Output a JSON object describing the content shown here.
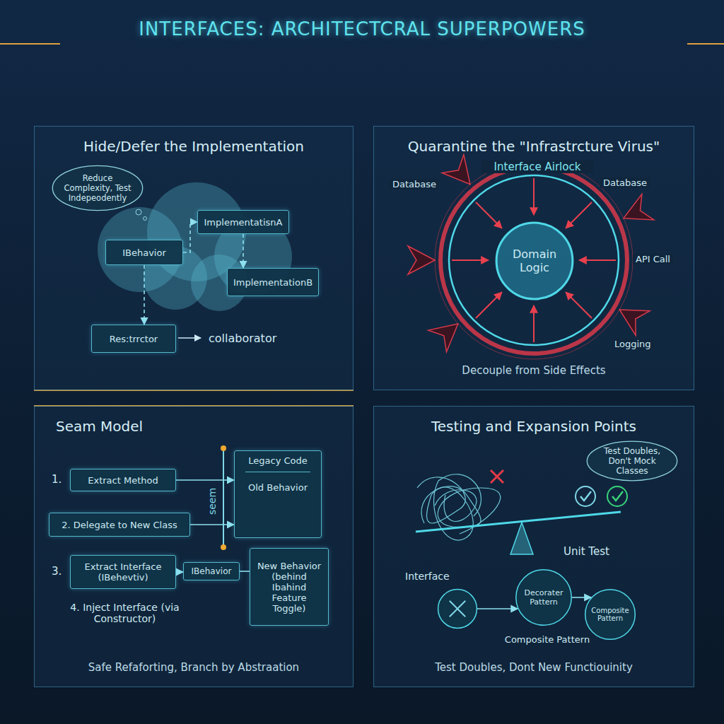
{
  "diagram": {
    "title": "INTERFACES: ARCHITECTCRAL SUPERPOWERS",
    "nodes": [
      {
        "text": [
          "Hide/Defer the Implementation"
        ]
      },
      {
        "text": [
          "Reduce Complexity, Test Indepeodently"
        ],
        "in": 0
      },
      {
        "text": [
          "IBehavior"
        ],
        "in": 0
      },
      {
        "text": [
          "ImplementatisnA"
        ],
        "in": 0
      },
      {
        "text": [
          "ImplementationB"
        ],
        "in": 0
      },
      {
        "text": [
          "Res:trrctor"
        ],
        "in": 0
      },
      {
        "text": [
          "Quarantine the \"Infrastrcture Virus\"",
          "Decouple from Side Effects"
        ]
      },
      {
        "text": [
          "Domain Logic"
        ],
        "in": 6
      },
      {
        "text": [
          "Seam Model",
          "Safe Refaforting, Branch by Abstraation"
        ]
      },
      {
        "text": [
          "Extract Method"
        ],
        "in": 8
      },
      {
        "text": [
          "2. Delegate to New Class"
        ],
        "in": 8
      },
      {
        "text": [
          "Extract Interface (IBehevtiv)"
        ],
        "in": 8
      },
      {
        "text": [
          "Legacy Code",
          "Old Behavior"
        ],
        "in": 8
      },
      {
        "text": [
          "IBehavior"
        ],
        "in": 8
      },
      {
        "text": [
          "New Behavior (behind Ibahind Feature Toggle)"
        ],
        "in": 8
      },
      {
        "text": [
          "Testing and Expansion Points",
          "Test Doubles, Dont New Functiouinity"
        ]
      },
      {
        "text": [
          "Test Doubles, Don't Mock Classes"
        ],
        "in": 15
      },
      {
        "text": [
          "Interface"
        ],
        "in": 15
      },
      {
        "text": [
          "Decorater Pattern"
        ],
        "in": 15
      },
      {
        "text": [
          "Composite Pattern"
        ],
        "in": 15
      }
    ],
    "edges": [
      {
        "from": 2,
        "to": 3,
        "arrow": "to"
      },
      {
        "from": 3,
        "to": 4,
        "arrow": "to"
      },
      {
        "from": 2,
        "to": 5,
        "arrow": "to"
      },
      {
        "from": 9,
        "to": 12,
        "arrow": "to"
      },
      {
        "from": 10,
        "to": 12,
        "arrow": "to"
      },
      {
        "from": 11,
        "to": 13,
        "arrow": "to"
      },
      {
        "from": 13,
        "to": 14,
        "arrow": "none"
      },
      {
        "from": 17,
        "to": 18,
        "arrow": "to"
      },
      {
        "from": 18,
        "to": 19,
        "arrow": "to"
      }
    ],
    "labels": [
      "collaborator",
      "Interface Airlock",
      "Database",
      "Database",
      "API Call",
      "Logging",
      "1.",
      "3.",
      "4. Inject Interface (via Constructor)",
      "seem",
      "Unit Test",
      "Composite Pattern"
    ]
  }
}
